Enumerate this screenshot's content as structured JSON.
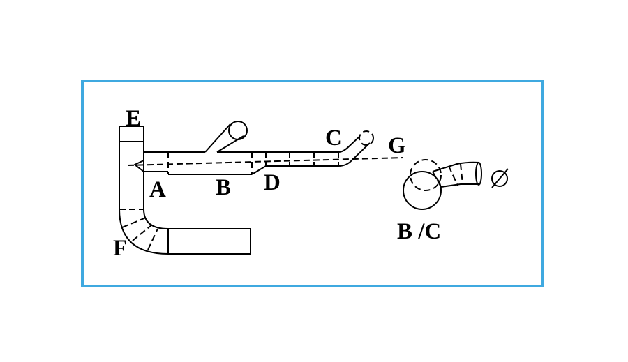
{
  "colors": {
    "frame": "#3FA9E0",
    "ink": "#000000",
    "background": "#FFFFFF"
  },
  "labels": {
    "a": "A",
    "b": "B",
    "c": "C",
    "d": "D",
    "e": "E",
    "f": "F",
    "g": "G",
    "bc": "B /C",
    "diameter": "Ø"
  }
}
